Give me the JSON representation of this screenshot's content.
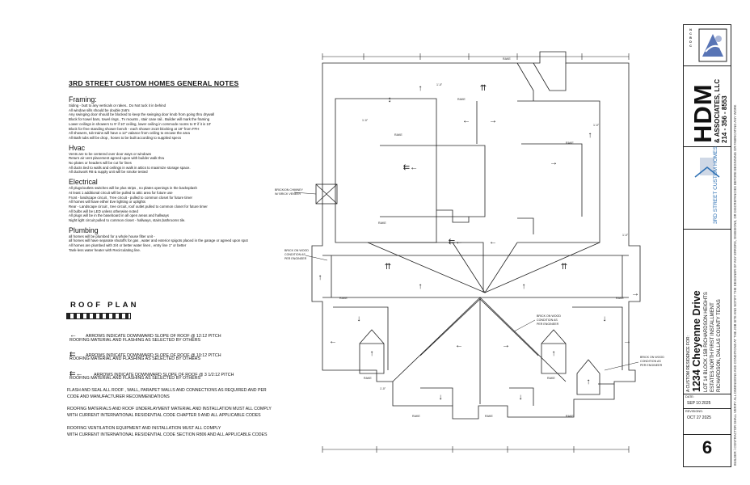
{
  "notes": {
    "title": "3RD STREET CUSTOM HOMES GENERAL NOTES",
    "sections": [
      {
        "heading": "Framing:",
        "lines": [
          "Siding - butt to any verticals or rakes.. Do Not tuck it in behind",
          "All window sills should be double 2x6's",
          "Any swinging door should be blocked to keep the swinging door knob from going thru drywall",
          "Block for towel bars, towel rings , Tv mounts , stair case rail.. Builder will mark the framing",
          "Lower ceilings in showers to 9' if 10' ceiling, lower ceiling in commode rooms to 9' if it is 10'",
          "Block for free standing shower bench - each shower 2x10 blocking at 18\" from FFH",
          "All showers, tub trains will have a 12\" valance from ceiling to encase the area",
          "All Bath tubs will be drop , hoses to be built according to supplied specs"
        ]
      },
      {
        "heading": "Hvac",
        "lines": [
          "Vents are to be centered over door ways or windows",
          "Return air vent placement agreed upon with builder walk thru",
          "No plates or headers will be cut for lines",
          "All ducts tied to walls and ceilings in walk in attics to maximize storage space.",
          "All ductwork R8 & supply unit will be smoke tested"
        ]
      },
      {
        "heading": "Electrical",
        "lines": [
          "All plugs/outlets switches will be plus strips , no plates openings in the backsplash",
          "At least 1 additional circuit will be pulled to attic area for future use",
          "Front - landscape circuit , Tree circuit - pulled to common closet for future timer",
          "All homes will have either Eve lighting or uplights",
          "Rear - Landscape circuit , tree circuit, roof outlet pulled to common closet for future timer",
          "All bulbs will be LED unless otherwise noted",
          "All plugs will be in the baseboard in all open areas and hallways",
          "Night light circuit pulled to common closet - hallways, stairs,bathrooms tile."
        ]
      },
      {
        "heading": "Plumbing",
        "lines": [
          "all homes will be plumbed for a whole house filter unit -",
          "all homes will have separate shutoffs for gas , water and exterior spigots placed in the garage or agreed upon spot",
          "All homes are plumbed with 3/4 or better water lines , entry line 1\" or better",
          "Tank-less water heater with Recirculating line."
        ]
      }
    ]
  },
  "roof_plan": {
    "title": "ROOF PLAN",
    "legend": [
      {
        "arrow": "←",
        "text": "ARROWS INDICATE DOWNWARD SLOPE OF ROOF @ 12:12 PITCH",
        "sub": "ROOFING MATERIAL AND FLASHING AS SELECTED BY OTHERS"
      },
      {
        "arrow": "⇇",
        "text": "ARROWS INDICATE DOWNWARD SLOPE OF ROOF @ 10:12 PITCH",
        "sub": "ROOFING MATERIAL AND FLASHING AS SELECTED BY OTHERS"
      },
      {
        "arrow": "⇇←",
        "text": "ARROWS INDICATE DOWNWARD SLOPE OF ROOF @ 3 1/2:12 PITCH",
        "sub": "ROOFING MATERIAL AND FLASHING AS SELECTED BY OTHERS"
      }
    ],
    "general": [
      "FLASH AND SEAL ALL ROOF , WALL, PARAPET WALLS AND CONNECTIONS AS REQUIRED AND PER",
      "CODE AND MANUFACTURER RECOMMENDATIONS",
      "ROOFING MATERIALS AND ROOF UNDERLAYMENT MATERIAL AND INSTALLATION MUST ALL COMPLY",
      "WITH CURRENT INTERNATIONAL RESIDENTIAL CODE CHAPTER 9 AND ALL APPLICABLE CODES",
      "ROOFING VENTILATION EQUIPMENT AND INSTALLATION MUST ALL COMPLY",
      "WITH CURRENT INTERNATIONAL RESIDENTIAL CODE SECTION R806 AND ALL APPLICABLE CODES"
    ]
  },
  "plan_labels": {
    "chimney": [
      "BRICK/ON CHIMNEY",
      "W/ BRICK VENEER"
    ],
    "brick_left": [
      "BRICK ON WOOD",
      "CONDITION AS",
      "PER ENGINEER"
    ],
    "brick_center": [
      "BRICK ON WOOD",
      "CONDITION AS",
      "PER ENGINEER"
    ],
    "brick_right": [
      "BRICK ON WOOD",
      "CONDITION AS",
      "PER ENGINEER"
    ],
    "rake": "RAKE",
    "dims": [
      "1'-0\"",
      "1'-0\"",
      "1'-0\"",
      "1'-0\"",
      "1'-0\""
    ]
  },
  "title_block": {
    "ncbdc": [
      "N",
      "C",
      "B",
      "D",
      "C"
    ],
    "firm_name": "HDM",
    "firm_sub": "& ASSOCIATES, LLC",
    "firm_phone": "214 - 356 - 8553",
    "builder_logo": "3RD STREET CUSTOM HOMES",
    "project_for": "A CUSTOM RESIDENCE FOR:",
    "project_name": "1234 Cheyenne Drive",
    "legal1": "LOT 14 BLOCK 158 RICHARDSON HEIGHTS",
    "legal2": "ESTATES NORTH FIRST INSTALLMENT",
    "legal3": "RICHARDSON, DALLAS COUNTY TEXAS",
    "date_label": "DATE:",
    "date": "SEP 10 2025",
    "revisions_label": "REVISIONS:",
    "revision_date": "OCT 27 2025",
    "sheet_number": "6",
    "disclaimer": "BUILDER / CONTRACTOR SHALL VERIFY ALL DIMENSIONS AND CONDITIONS AT THE JOB SITE AND NOTIFY THE DESIGNER OF ANY ERRORS, OMISSIONS, OR DISCREPANCIES BEFORE BEGINNING OR FABRICATING ANY WORK"
  },
  "colors": {
    "line": "#222222",
    "accent_red": "#c0392b",
    "logo_blue": "#2c6fb3"
  }
}
